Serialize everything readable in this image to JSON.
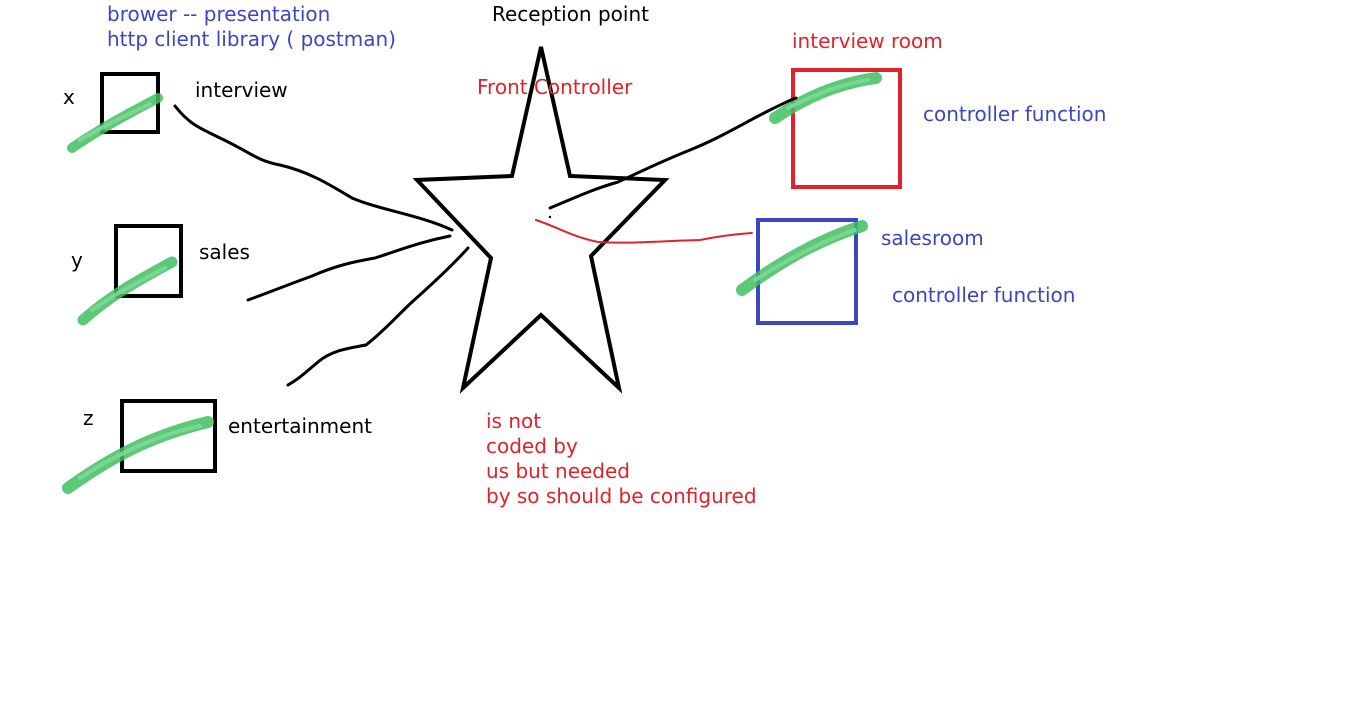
{
  "colors": {
    "black": "#000000",
    "red": "#e1222b",
    "blue": "#3c46c0",
    "green": "#3fbf62",
    "background": "#ffffff"
  },
  "header": {
    "line1": "brower -- presentation",
    "line2": "http client library ( postman)"
  },
  "star": {
    "title": "Reception point",
    "name": "Front Controller",
    "note": [
      "is not",
      "coded by",
      "us but needed",
      "by so should be configured"
    ]
  },
  "clients": [
    {
      "letter": "x",
      "label": "interview"
    },
    {
      "letter": "y",
      "label": "sales"
    },
    {
      "letter": "z",
      "label": "entertainment"
    }
  ],
  "rooms": {
    "interview": {
      "title": "interview room",
      "caption": "controller function"
    },
    "sales": {
      "title": "salesroom",
      "caption": "controller function"
    }
  }
}
